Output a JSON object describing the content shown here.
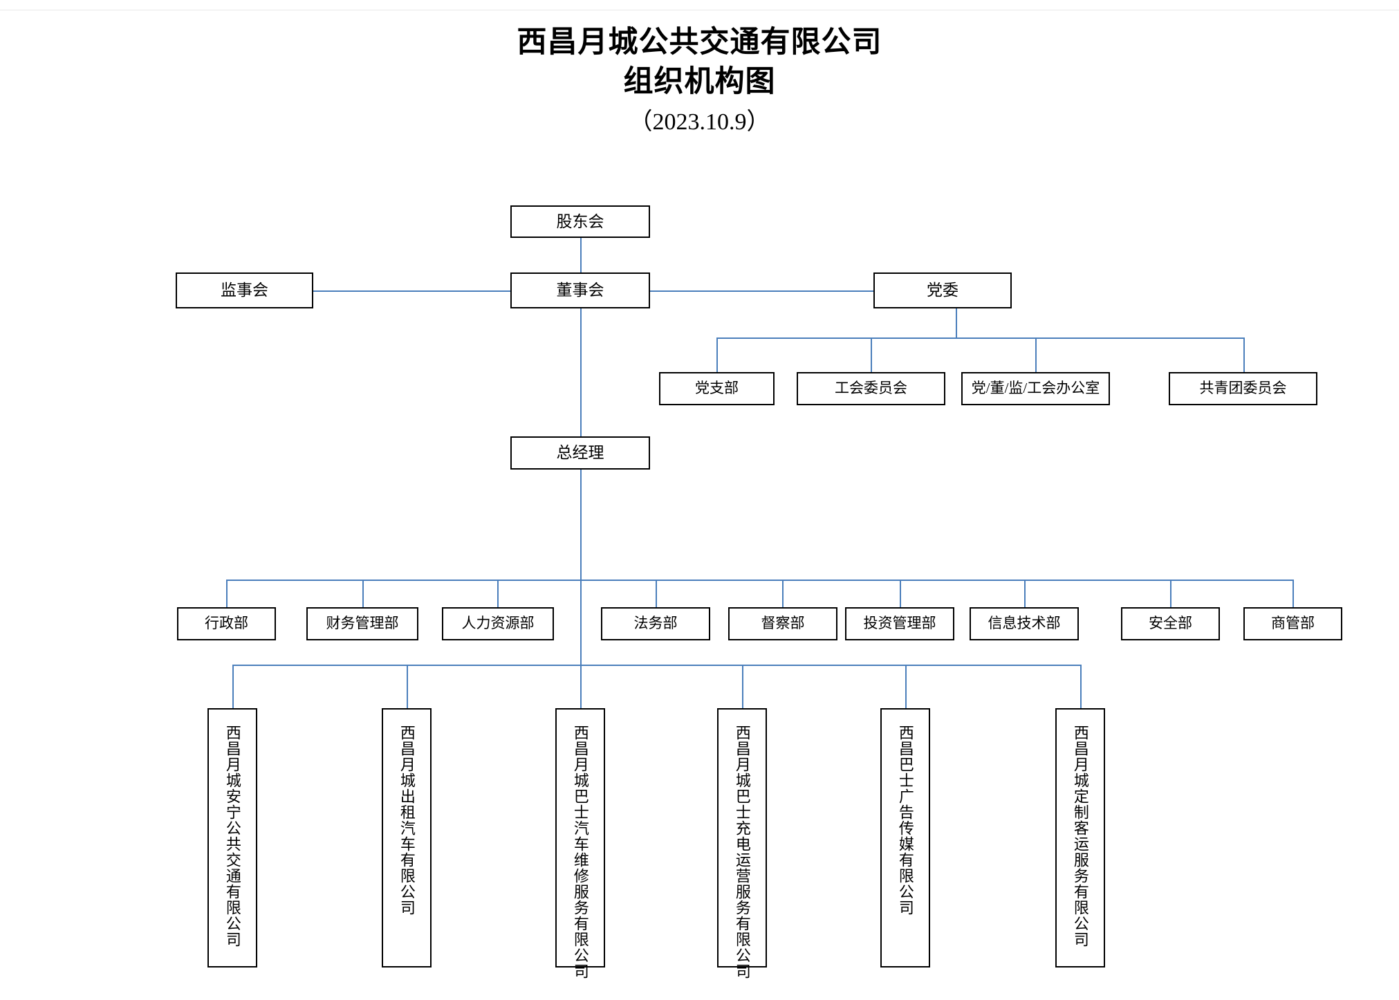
{
  "chart_data": {
    "type": "diagram",
    "diagram_kind": "organization-chart",
    "title_lines": [
      "西昌月城公共交通有限公司",
      "组织机构图"
    ],
    "date": "（2023.10.9）",
    "edge_color": "#4a7ebb",
    "box_border_color": "#000000",
    "background_color": "#ffffff",
    "nodes": {
      "shareholders": "股东会",
      "supervisors": "监事会",
      "board": "董事会",
      "party_committee": "党委",
      "general_manager": "总经理"
    },
    "party_units": [
      {
        "label": "党支部"
      },
      {
        "label": "工会委员会"
      },
      {
        "label": "党/董/监/工会办公室"
      },
      {
        "label": "共青团委员会"
      }
    ],
    "departments": [
      {
        "label": "行政部"
      },
      {
        "label": "财务管理部"
      },
      {
        "label": "人力资源部"
      },
      {
        "label": "法务部"
      },
      {
        "label": "督察部"
      },
      {
        "label": "投资管理部"
      },
      {
        "label": "信息技术部"
      },
      {
        "label": "安全部"
      },
      {
        "label": "商管部"
      }
    ],
    "subsidiaries": [
      {
        "label": "西昌月城安宁公共交通有限公司"
      },
      {
        "label": "西昌月城出租汽车有限公司"
      },
      {
        "label": "西昌月城巴士汽车维修服务有限公司"
      },
      {
        "label": "西昌月城巴士充电运营服务有限公司"
      },
      {
        "label": "西昌巴士广告传媒有限公司"
      },
      {
        "label": "西昌月城定制客运服务有限公司"
      }
    ],
    "relations": [
      {
        "from": "股东会",
        "to": "董事会"
      },
      {
        "from": "董事会",
        "to": "监事会"
      },
      {
        "from": "董事会",
        "to": "党委"
      },
      {
        "from": "党委",
        "to": "党支部"
      },
      {
        "from": "党委",
        "to": "工会委员会"
      },
      {
        "from": "党委",
        "to": "党/董/监/工会办公室"
      },
      {
        "from": "党委",
        "to": "共青团委员会"
      },
      {
        "from": "董事会",
        "to": "总经理"
      },
      {
        "from": "总经理",
        "to": "行政部"
      },
      {
        "from": "总经理",
        "to": "财务管理部"
      },
      {
        "from": "总经理",
        "to": "人力资源部"
      },
      {
        "from": "总经理",
        "to": "法务部"
      },
      {
        "from": "总经理",
        "to": "督察部"
      },
      {
        "from": "总经理",
        "to": "投资管理部"
      },
      {
        "from": "总经理",
        "to": "信息技术部"
      },
      {
        "from": "总经理",
        "to": "安全部"
      },
      {
        "from": "总经理",
        "to": "商管部"
      },
      {
        "from": "总经理",
        "to": "西昌月城安宁公共交通有限公司"
      },
      {
        "from": "总经理",
        "to": "西昌月城出租汽车有限公司"
      },
      {
        "from": "总经理",
        "to": "西昌月城巴士汽车维修服务有限公司"
      },
      {
        "from": "总经理",
        "to": "西昌月城巴士充电运营服务有限公司"
      },
      {
        "from": "总经理",
        "to": "西昌巴士广告传媒有限公司"
      },
      {
        "from": "总经理",
        "to": "西昌月城定制客运服务有限公司"
      }
    ]
  }
}
